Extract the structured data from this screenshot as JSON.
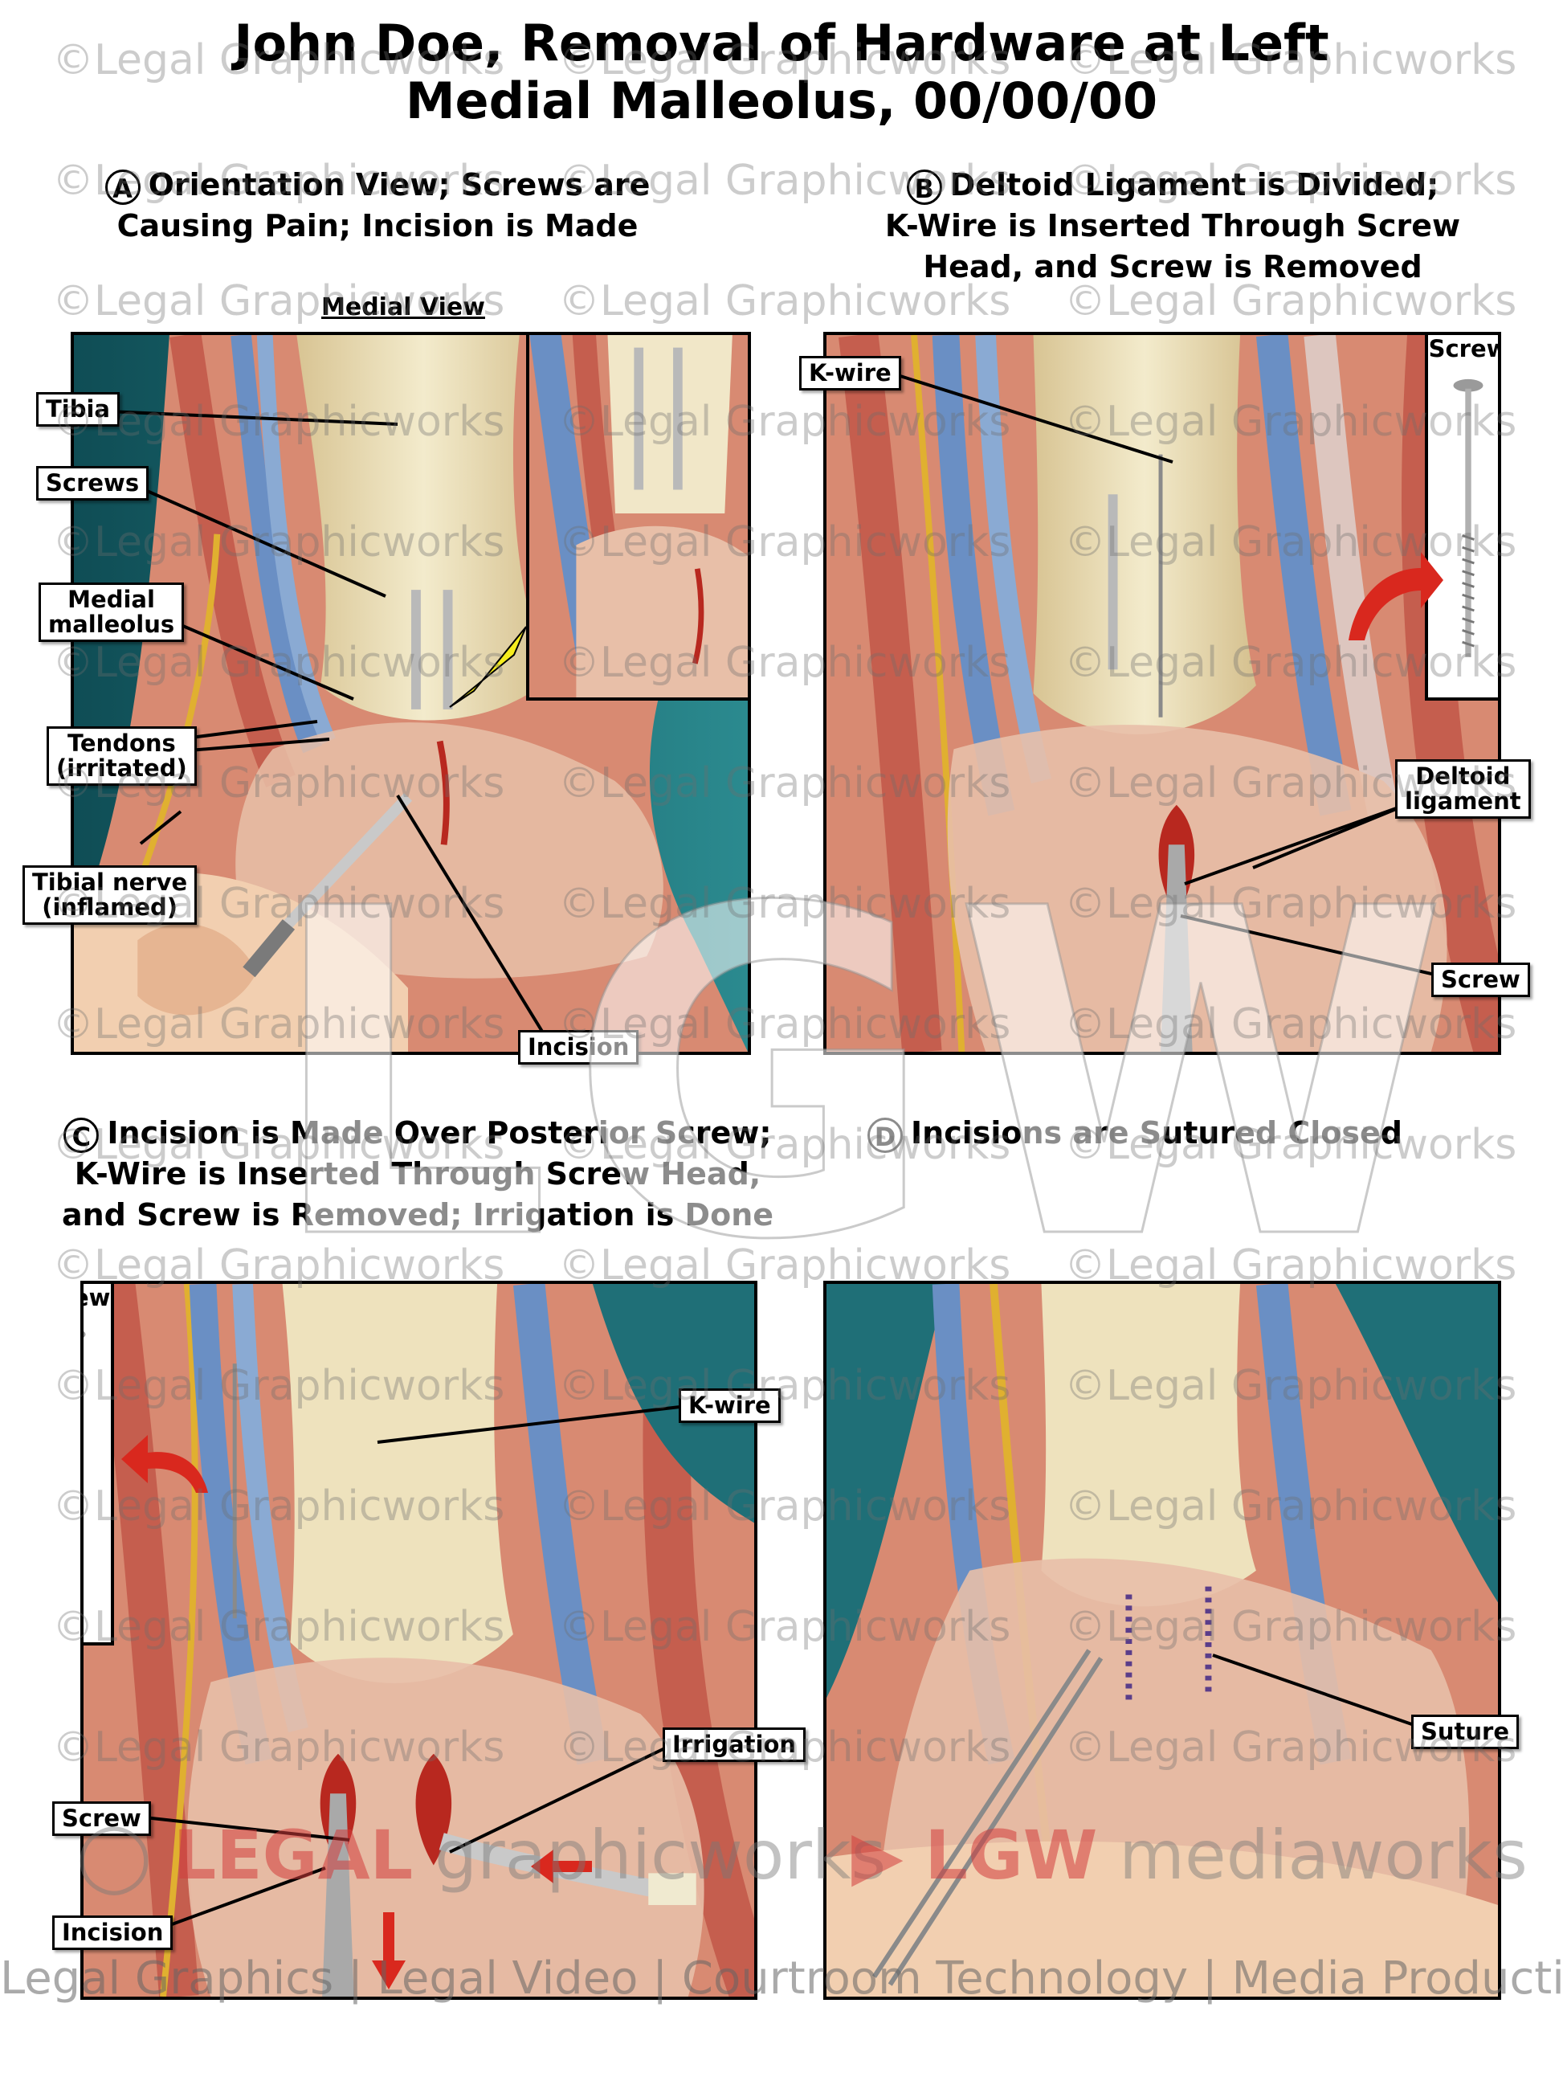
{
  "title": {
    "line1": "John Doe, Removal of Hardware at Left",
    "line2": "Medial Malleolus, 00/00/00"
  },
  "panels": {
    "a": {
      "letter": "A",
      "caption_line1": "Orientation View; Screws are",
      "caption_line2": "Causing Pain; Incision is Made",
      "subhead": "Medial View",
      "labels": {
        "tibia": "Tibia",
        "screws": "Screws",
        "medial_malleolus_1": "Medial",
        "medial_malleolus_2": "malleolus",
        "tendons_1": "Tendons",
        "tendons_2": "(irritated)",
        "tibial_nerve_1": "Tibial nerve",
        "tibial_nerve_2": "(inflamed)",
        "incision": "Incision"
      }
    },
    "b": {
      "letter": "B",
      "caption_line1": "Deltoid Ligament is Divided;",
      "caption_line2": "K-Wire is Inserted Through Screw",
      "caption_line3": "Head, and Screw is Removed",
      "labels": {
        "k_wire": "K-wire",
        "screw_inset": "Screw",
        "deltoid_1": "Deltoid",
        "deltoid_2": "ligament",
        "screw": "Screw"
      }
    },
    "c": {
      "letter": "C",
      "caption_line1": "Incision is Made Over Posterior Screw;",
      "caption_line2": "K-Wire is Inserted Through Screw Head,",
      "caption_line3": "and Screw is Removed; Irrigation is Done",
      "labels": {
        "screw_inset": "Screw",
        "k_wire": "K-wire",
        "irrigation": "Irrigation",
        "screw": "Screw",
        "incision": "Incision"
      }
    },
    "d": {
      "letter": "D",
      "caption_line1": "Incisions are Sutured Closed",
      "labels": {
        "suture": "Suture"
      }
    }
  },
  "watermark": {
    "text": "©Legal Graphicworks",
    "logo": "LGW",
    "brand_left_1": "LEGAL",
    "brand_left_2": "graphicworks",
    "brand_right_1": "LGW",
    "brand_right_2": "mediaworks",
    "tagline": "Legal Graphics | Legal Video | Courtroom Technology | Media Production"
  },
  "colors": {
    "teal_background": "#1f6f77",
    "bone": "#e9dcb2",
    "muscle": "#d97b6a",
    "vein": "#6a8fc4",
    "nerve": "#e0b030",
    "skin": "#f2cfb0",
    "arrow_red": "#d9281e"
  }
}
